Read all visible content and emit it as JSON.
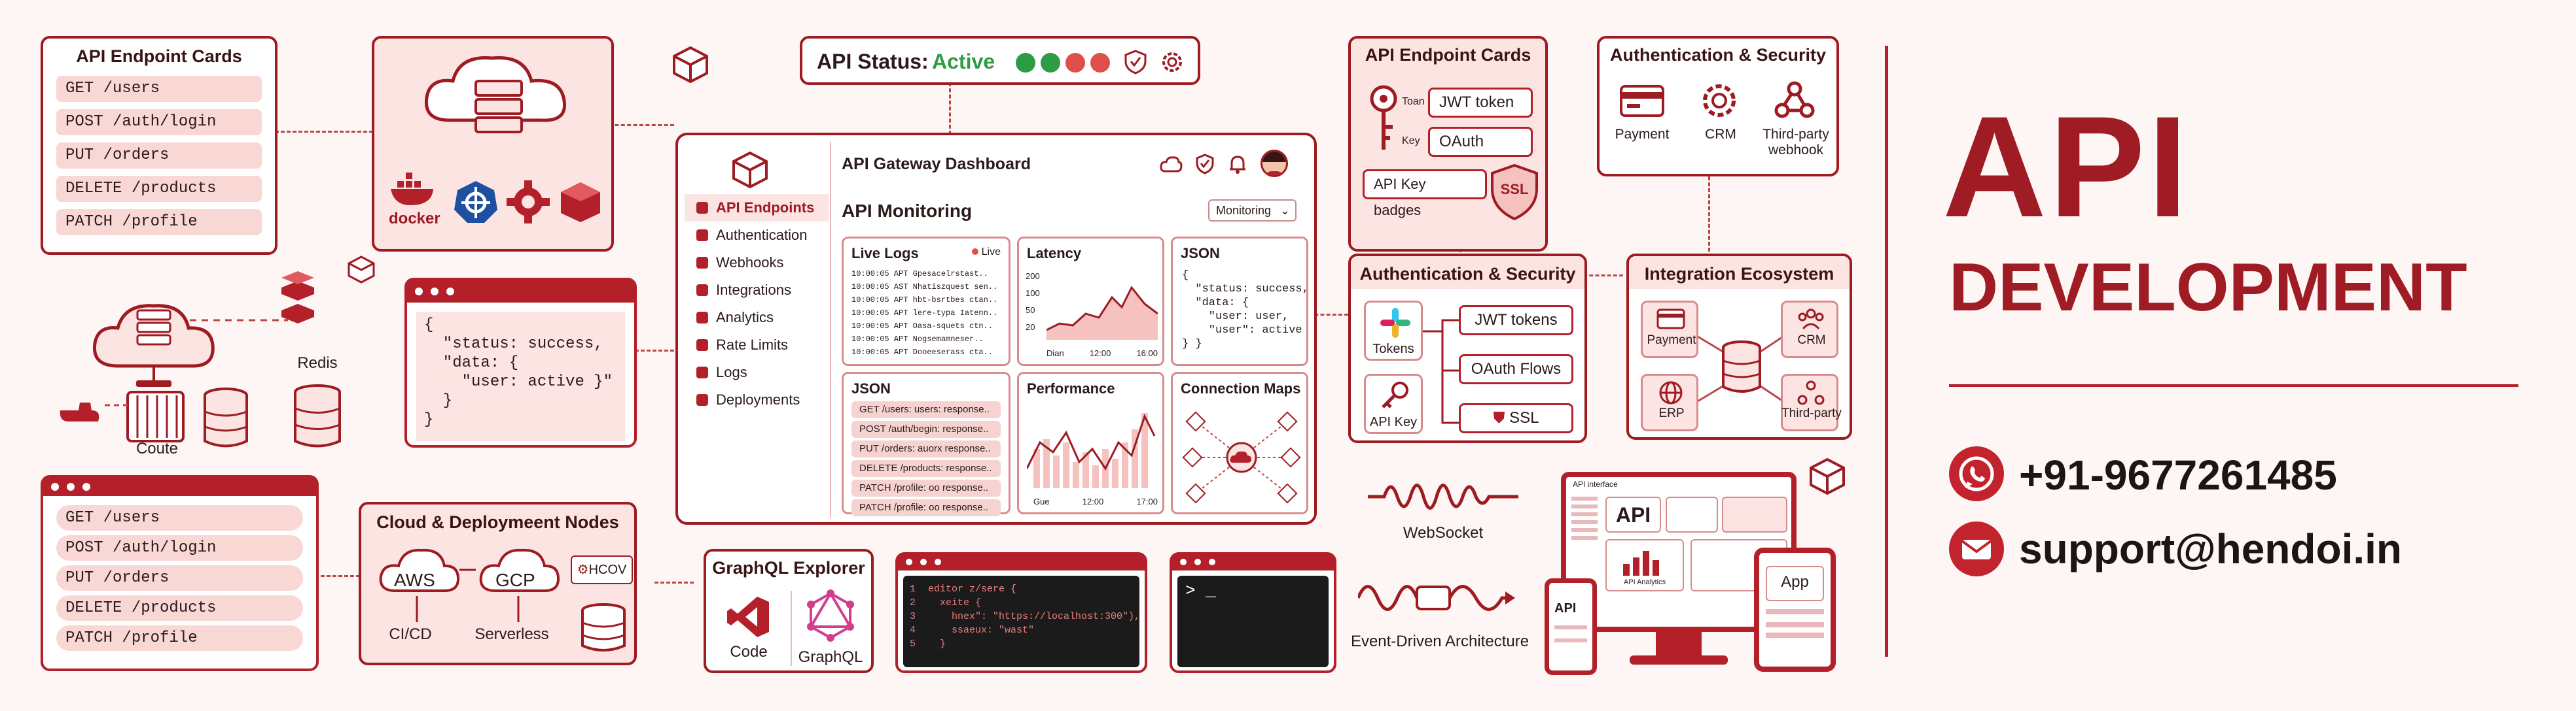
{
  "endpoint_cards_left": {
    "title": "API Endpoint Cards",
    "endpoints": [
      "GET /users",
      "POST /auth/login",
      "PUT /orders",
      "DELETE /products",
      "PATCH /profile"
    ]
  },
  "infra": {
    "docker_label": "docker"
  },
  "cache": {
    "redis_label": "Redis",
    "compute_label": "Coute"
  },
  "json_window": {
    "lines": [
      "{",
      "  \"status: success,",
      "  \"data: {",
      "    \"user: active }\"",
      "  }",
      "}"
    ]
  },
  "endpoint_window_bottom": {
    "endpoints": [
      "GET /users",
      "POST /auth/login",
      "PUT /orders",
      "DELETE /products",
      "PATCH /profile"
    ]
  },
  "cloud_nodes": {
    "title": "Cloud & Deploymeent Nodes",
    "aws": "AWS",
    "gcp": "GCP",
    "hcov": "HCOV",
    "cicd": "CI/CD",
    "serverless": "Serverless"
  },
  "status_bar": {
    "label": "API Status:",
    "value": "Active",
    "colors": [
      "#2e9b45",
      "#2e9b45",
      "#e0504b",
      "#e0504b"
    ]
  },
  "dashboard": {
    "sidebar": [
      "API Endpoints",
      "Authentication",
      "Webhooks",
      "Integrations",
      "Analytics",
      "Rate Limits",
      "Logs",
      "Deployments"
    ],
    "header_title": "API Gateway Dashboard",
    "section_title": "API Monitoring",
    "monitoring_select": "Monitoring",
    "live_logs": {
      "title": "Live Logs",
      "badge": "Live",
      "lines": [
        "10:00:05 APT Gpesacelrstast..",
        "10:00:05 AST Nhatiszquest sen..",
        "10:00:05 APT hbt-bsrtbes ctan..",
        "10:00:05 APT lere-typa Iatenn..",
        "10:00:05 APT Oasa-squets ctn..",
        "10:00:05 APT Nogsemamneser..",
        "10:00:05 APT Dooeeserass cta.."
      ]
    },
    "latency": {
      "title": "Latency",
      "yticks": [
        "200",
        "100",
        "50",
        "20"
      ],
      "xticks": [
        "Dian",
        "12:00",
        "16:00"
      ]
    },
    "json_panel": {
      "title": "JSON",
      "lines": [
        "{",
        "  \"status: success,",
        "  \"data: {",
        "    \"user: user,",
        "    \"user\": active",
        "} }"
      ]
    },
    "json_list": {
      "title": "JSON",
      "items": [
        "GET /users: users: response..",
        "POST /auth/begin: response..",
        "PUT /orders: auorx response..",
        "DELETE /products: response..",
        "PATCH /profile: oo response..",
        "PATCH /profile: oo response.."
      ]
    },
    "performance": {
      "title": "Performance",
      "xticks": [
        "Gue",
        "12:00",
        "17:00"
      ]
    },
    "connection_maps": {
      "title": "Connection Maps"
    }
  },
  "graphql": {
    "title": "GraphQL Explorer",
    "code_label": "Code",
    "graphql_label": "GraphQL"
  },
  "code_editor": {
    "line_numbers": [
      "1",
      "2",
      "3",
      "4",
      "5"
    ],
    "lines": [
      "editor z/sere {",
      "  xeite {",
      "    hnex\": \"https://localhost:300\"),",
      "    ssaeux: \"wast\"",
      "  }"
    ]
  },
  "terminal": {
    "prompt": "> _"
  },
  "endpoint_cards_right": {
    "title": "API Endpoint Cards",
    "token_label": "Toan",
    "jwt": "JWT token",
    "key_label": "Key",
    "oauth": "OAuth",
    "badges_label": "API Key badges",
    "ssl": "SSL"
  },
  "auth_security_top": {
    "title": "Authentication & Security",
    "items": [
      "Payment",
      "CRM",
      "Third-party webhook"
    ]
  },
  "auth_security_mid": {
    "title": "Authentication & Security",
    "tokens_label": "Tokens",
    "apikey_label": "API Key",
    "jwt": "JWT tokens",
    "oauth": "OAuth Flows",
    "ssl": "SSL"
  },
  "integration": {
    "title": "Integration Ecosystem",
    "items": [
      "Payment",
      "CRM",
      "ERP",
      "Third-party"
    ]
  },
  "websocket_label": "WebSocket",
  "event_label": "Event-Driven Architecture",
  "devices": {
    "monitor_title": "API interface",
    "api": "API",
    "analytics": "API Analytics",
    "phone_label": "API",
    "tablet_label": "App"
  },
  "headline": {
    "line1": "API",
    "line2": "DEVELOPMENT"
  },
  "contact": {
    "phone": "+91-9677261485",
    "email": "support@hendoi.in"
  },
  "colors": {
    "accent": "#a01c24",
    "soft": "#fbe4e2",
    "background": "#fdf6f5"
  }
}
